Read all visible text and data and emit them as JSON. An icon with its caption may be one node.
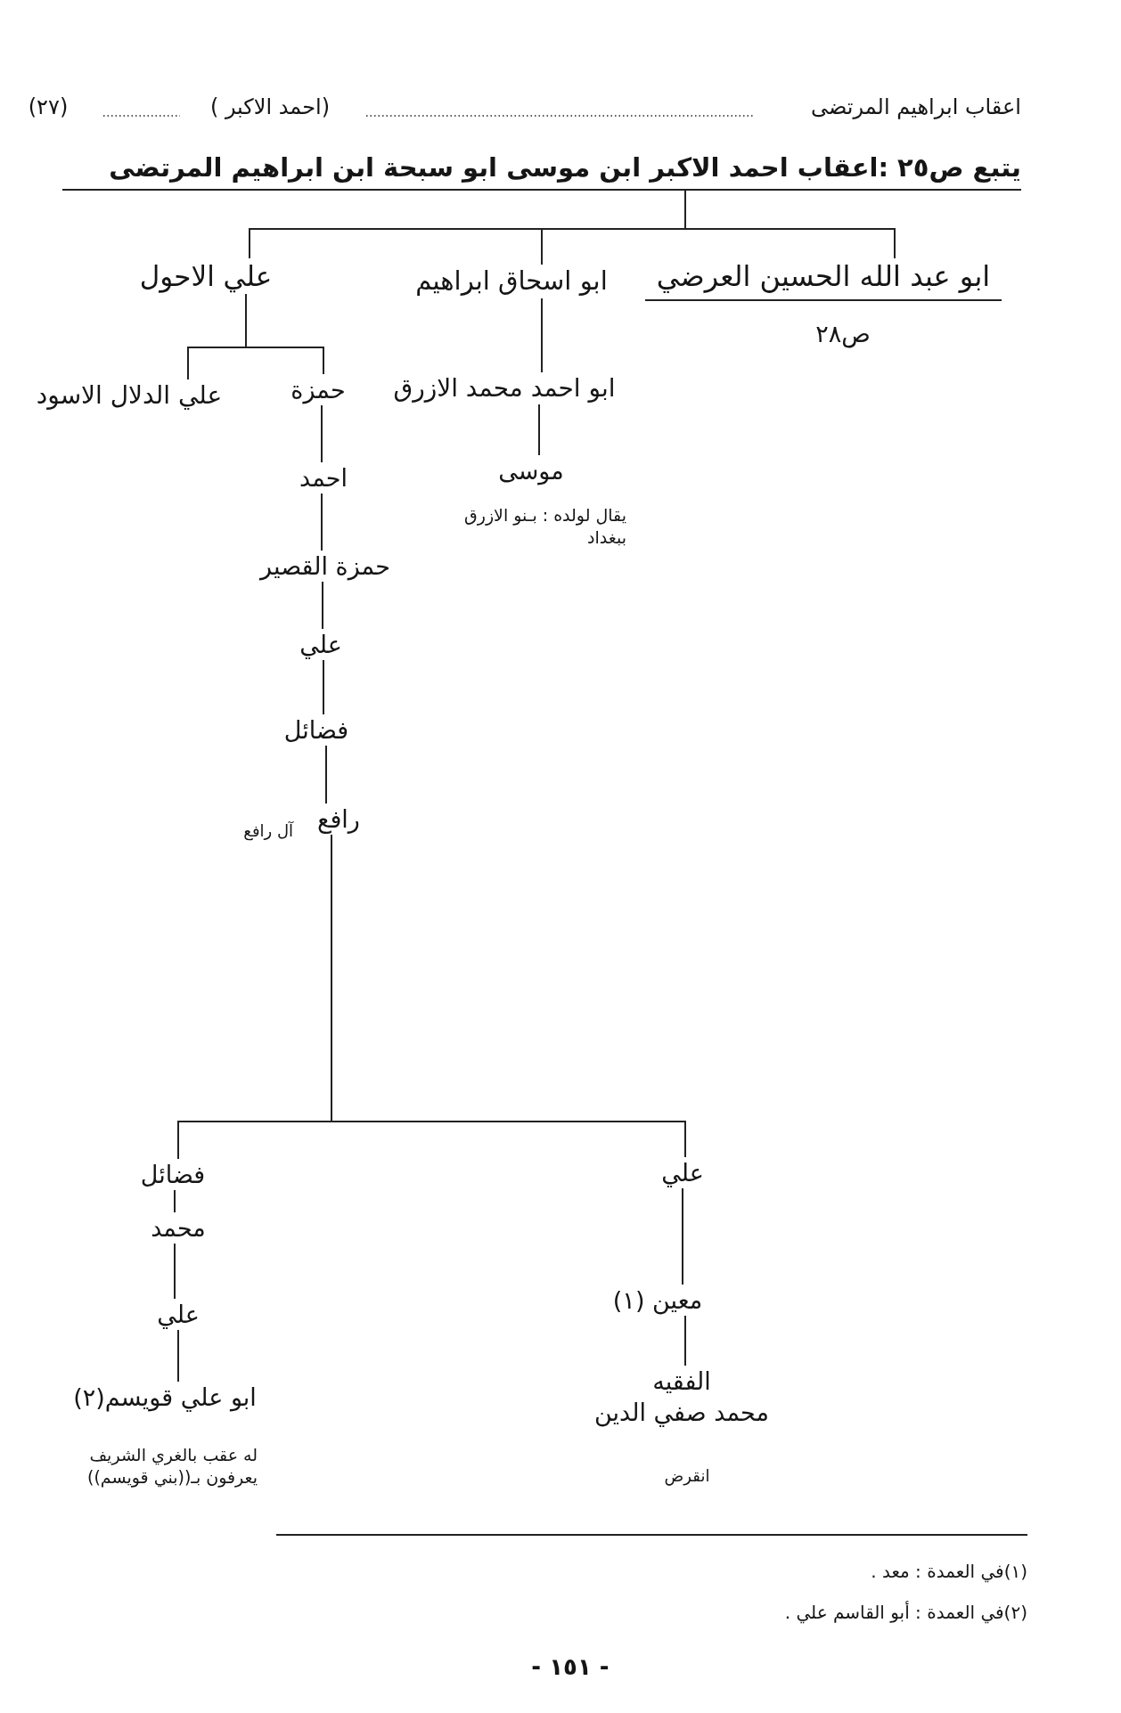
{
  "diagram": {
    "nodes": [
      {
        "text": [
          "يتبع ص٢٥ :اعقاب احمد الاكبر ابن موسى ابو سبحة ابن ابراهيم المرتضى"
        ]
      },
      {
        "text": [
          "ابو عبد الله الحسين العرضي"
        ],
        "beside": [
          "ص٢٨"
        ]
      },
      {
        "text": [
          "ابو اسحاق ابراهيم"
        ]
      },
      {
        "text": [
          "علي الاحول"
        ]
      },
      {
        "text": [
          "ابو احمد محمد الازرق"
        ]
      },
      {
        "text": [
          "حمزة"
        ]
      },
      {
        "text": [
          "علي الدلال الاسود"
        ]
      },
      {
        "text": [
          "موسى"
        ],
        "beside": [
          "يقال لولده : بـنو الازرق ببغداد"
        ]
      },
      {
        "text": [
          "احمد"
        ]
      },
      {
        "text": [
          "حمزة القصير"
        ]
      },
      {
        "text": [
          "علي"
        ]
      },
      {
        "text": [
          "فضائل"
        ]
      },
      {
        "text": [
          "رافع"
        ],
        "beside": [
          "آل رافع"
        ]
      },
      {
        "text": [
          "علي"
        ]
      },
      {
        "text": [
          "فضائل"
        ]
      },
      {
        "text": [
          "محمد"
        ]
      },
      {
        "text": [
          "معين (١)"
        ]
      },
      {
        "text": [
          "علي"
        ]
      },
      {
        "text": [
          "الفقيه محمد صفي الدين"
        ],
        "beside": [
          "انقرض"
        ]
      },
      {
        "text": [
          "ابو علي قويسم(٢)"
        ],
        "beside": [
          "له عقب بالغري الشريف يعرفون بـ((بني قويسم))"
        ]
      }
    ],
    "edges": [
      {
        "from": 0,
        "to": 1,
        "arrow": "none"
      },
      {
        "from": 0,
        "to": 2,
        "arrow": "none"
      },
      {
        "from": 0,
        "to": 3,
        "arrow": "none"
      },
      {
        "from": 2,
        "to": 4,
        "arrow": "none"
      },
      {
        "from": 3,
        "to": 5,
        "arrow": "none"
      },
      {
        "from": 3,
        "to": 6,
        "arrow": "none"
      },
      {
        "from": 4,
        "to": 7,
        "arrow": "none"
      },
      {
        "from": 5,
        "to": 8,
        "arrow": "none"
      },
      {
        "from": 8,
        "to": 9,
        "arrow": "none"
      },
      {
        "from": 9,
        "to": 10,
        "arrow": "none"
      },
      {
        "from": 10,
        "to": 11,
        "arrow": "none"
      },
      {
        "from": 11,
        "to": 12,
        "arrow": "none"
      },
      {
        "from": 12,
        "to": 13,
        "arrow": "none"
      },
      {
        "from": 12,
        "to": 14,
        "arrow": "none"
      },
      {
        "from": 13,
        "to": 16,
        "arrow": "none"
      },
      {
        "from": 16,
        "to": 18,
        "arrow": "none"
      },
      {
        "from": 14,
        "to": 15,
        "arrow": "none"
      },
      {
        "from": 15,
        "to": 17,
        "arrow": "none"
      },
      {
        "from": 17,
        "to": 19,
        "arrow": "none"
      }
    ],
    "labels": [
      "اعقاب ابراهيم المرتضى",
      "(احمد الاكبر )",
      "(٢٧)",
      "(١)في العمدة : معد .",
      "(٢)في العمدة : أبو القاسم علي .",
      "- ١٥١ -"
    ]
  }
}
